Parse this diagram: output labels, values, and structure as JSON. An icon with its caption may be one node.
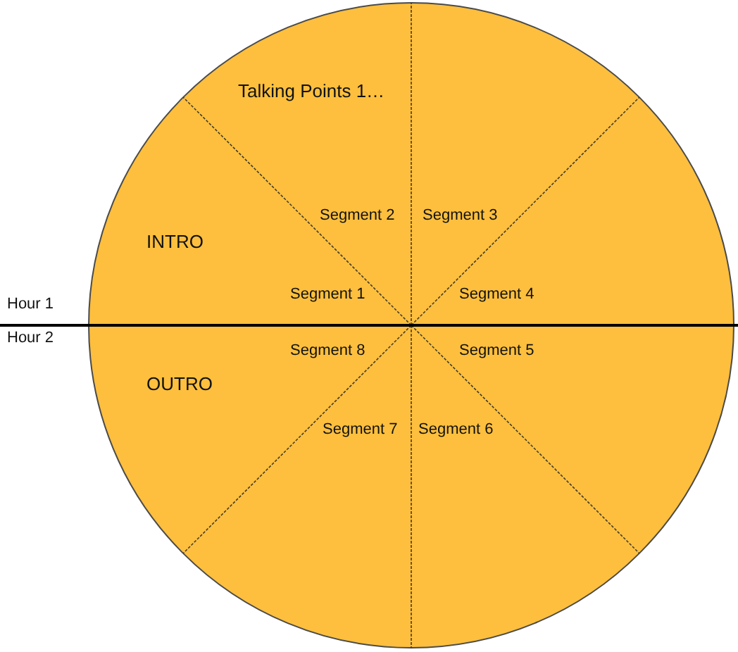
{
  "diagram": {
    "nodes": [
      {
        "text": [
          "INTRO",
          "Segment 1"
        ]
      },
      {
        "text": [
          "Talking Points 1…",
          "Segment 2"
        ]
      },
      {
        "text": [
          "Segment 3"
        ]
      },
      {
        "text": [
          "Segment 4"
        ]
      },
      {
        "text": [
          "Segment 5"
        ]
      },
      {
        "text": [
          "Segment 6"
        ]
      },
      {
        "text": [
          "Segment 7"
        ]
      },
      {
        "text": [
          "Segment 8",
          "OUTRO"
        ]
      }
    ],
    "labels": [
      "Hour 1",
      "Hour 2"
    ]
  }
}
